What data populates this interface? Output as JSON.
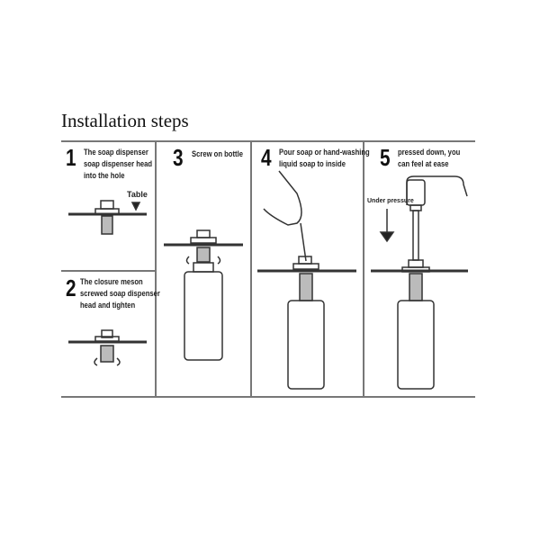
{
  "title": "Installation steps",
  "steps": [
    {
      "number": "1",
      "text": "The soap dispenser\nsoap dispenser head\ninto the hole",
      "label": "Table"
    },
    {
      "number": "2",
      "text": "The closure meson\nscrewed soap dispenser\nhead and tighten"
    },
    {
      "number": "3",
      "text": "Screw on bottle"
    },
    {
      "number": "4",
      "text": "Pour soap or hand-washing\nliquid soap to inside"
    },
    {
      "number": "5",
      "text": "pressed down, you\ncan feel at ease",
      "label": "Under pressure"
    }
  ]
}
